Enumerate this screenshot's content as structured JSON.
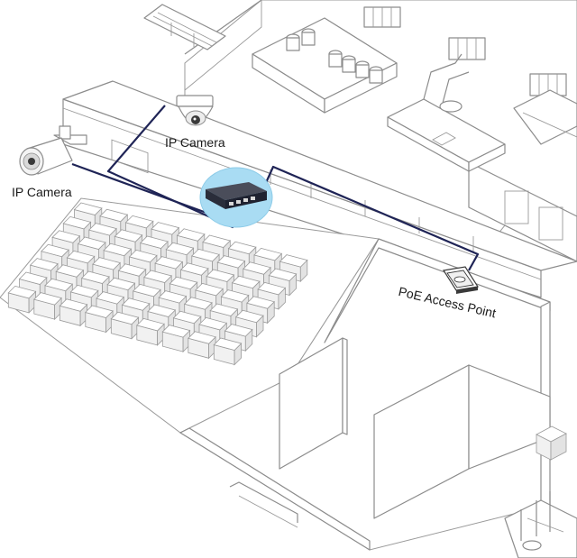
{
  "labels": {
    "camera_dome": "IP Camera",
    "camera_bullet": "IP Camera",
    "access_point": "PoE Access Point"
  },
  "colors": {
    "cable": "#1f2456",
    "switch_highlight": "#a9dcf3",
    "switch_body": "#2a2d3a",
    "line_art": "#8c8c8c"
  },
  "icons": {
    "switch": "poe-switch-icon",
    "dome_camera": "dome-camera-icon",
    "bullet_camera": "bullet-camera-icon",
    "access_point": "access-point-icon",
    "forklift": "forklift-icon"
  }
}
